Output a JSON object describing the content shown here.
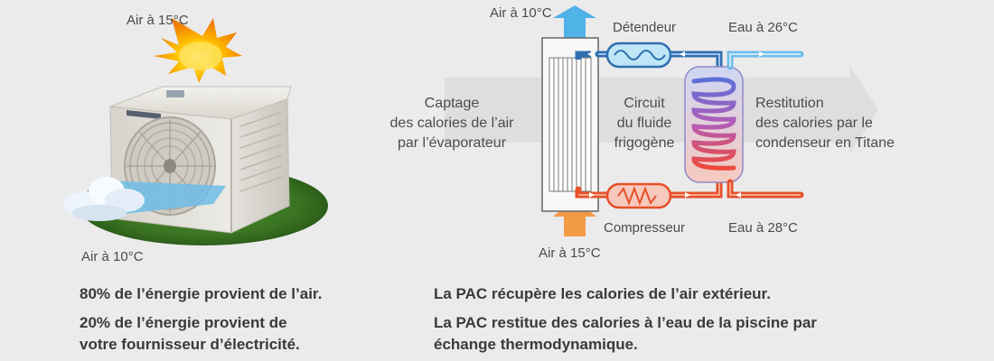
{
  "left": {
    "air_top": "Air à 15°C",
    "air_bottom": "Air à 10°C",
    "energy_air": "80% de l’énergie provient de l’air.",
    "energy_elec_line1": "20% de l’énergie provient de",
    "energy_elec_line2": "votre fournisseur d’électricité."
  },
  "diagram": {
    "air_out": "Air à 10°C",
    "air_in": "Air à 15°C",
    "expander": "Détendeur",
    "compressor": "Compresseur",
    "water_out": "Eau à 26°C",
    "water_in": "Eau à 28°C",
    "capture": [
      "Captage",
      "des calories de l’air",
      "par l’évaporateur"
    ],
    "circuit": [
      "Circuit",
      "du fluide",
      "frigogène"
    ],
    "restitution": [
      "Restitution",
      "des calories par le",
      "condenseur en Titane"
    ]
  },
  "footer_right": {
    "line1": "La PAC récupère les calories de l’air extérieur.",
    "line2": "La PAC restitue des calories à l’eau de la piscine par",
    "line3": "échange thermodynamique."
  },
  "colors": {
    "cold": "#2f6fb0",
    "hot": "#e6502a",
    "air_blue": "#4fb3e8",
    "air_orange": "#f39a45",
    "flow_arrow": "#dedede"
  }
}
